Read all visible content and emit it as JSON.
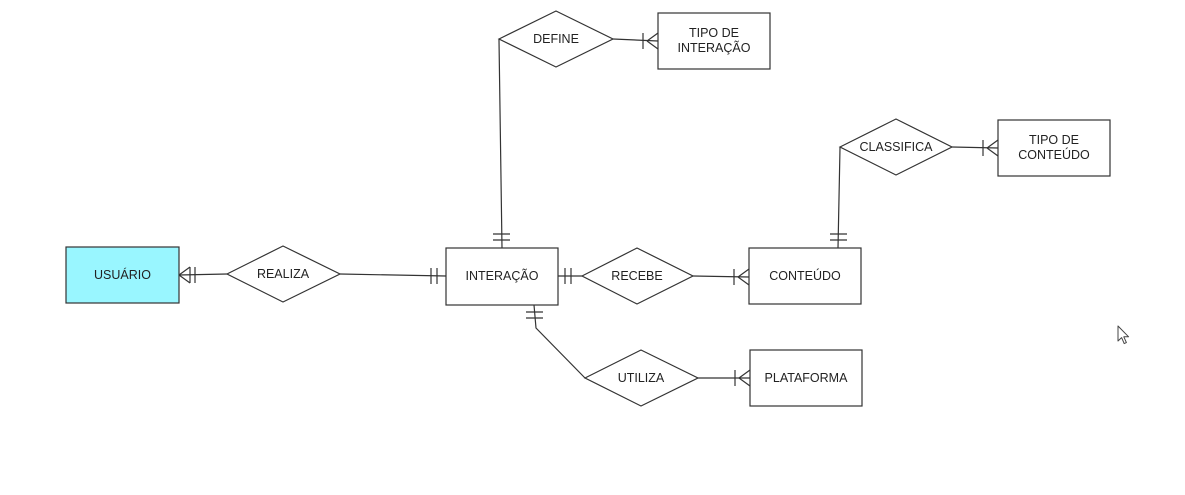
{
  "colors": {
    "stroke": "#333333",
    "highlight_fill": "#99f6ff",
    "shape_fill": "#ffffff",
    "canvas_background": "#ffffff"
  },
  "entities": {
    "usuario": "USUÁRIO",
    "interacao": "INTERAÇÃO",
    "conteudo": "CONTEÚDO",
    "plataforma": "PLATAFORMA",
    "tipo_interacao": [
      "TIPO DE",
      "INTERAÇÃO"
    ],
    "tipo_conteudo": [
      "TIPO DE",
      "CONTEÚDO"
    ]
  },
  "relationships": {
    "realiza": "REALIZA",
    "recebe": "RECEBE",
    "utiliza": "UTILIZA",
    "define": "DEFINE",
    "classifica": "CLASSIFICA"
  },
  "cursor_icon": "mouse-pointer-icon"
}
